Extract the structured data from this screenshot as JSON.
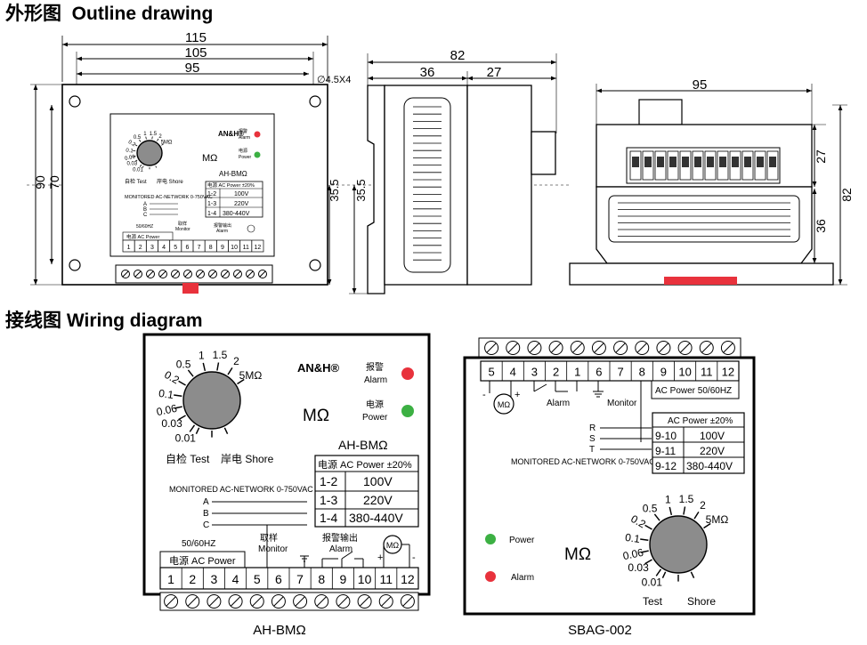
{
  "outline": {
    "heading_cn": "外形图",
    "heading_en": "Outline drawing",
    "front": {
      "dim_w115": "115",
      "dim_w105": "105",
      "dim_w95": "95",
      "dim_h90": "90",
      "dim_h70": "70",
      "dim_h35_5": "35.5",
      "hole": "∅4.5X4",
      "brand": "AN&H®",
      "model": "AH-BMΩ",
      "unit": "MΩ",
      "alarm_cn": "报警",
      "alarm_en": "Alarm",
      "power_cn": "电源",
      "power_en": "Power",
      "dial_labels": [
        "0.01",
        "0.03",
        "0.06",
        "0.1",
        "0.2",
        "0.5",
        "1",
        "1.5",
        "2",
        "5MΩ"
      ],
      "test": "自检 Test",
      "shore": "岸电 Shore",
      "network": "MONITORED AC-NETWORK 0-750VAC",
      "phases": [
        "A",
        "B",
        "C"
      ],
      "power_table_header": "电源 AC Power ±20%",
      "power_table": [
        [
          "1-2",
          "100V"
        ],
        [
          "1-3",
          "220V"
        ],
        [
          "1-4",
          "380-440V"
        ]
      ],
      "hz": "50/60HZ",
      "ac_power": "电源 AC Power",
      "monitor_cn": "取样",
      "monitor_en": "Monitor",
      "alarm_out_cn": "报警输出",
      "alarm_out_en": "Alarm",
      "terminals": [
        "1",
        "2",
        "3",
        "4",
        "5",
        "6",
        "7",
        "8",
        "9",
        "10",
        "11",
        "12"
      ]
    },
    "side": {
      "dim_82": "82",
      "dim_36": "36",
      "dim_27": "27",
      "dim_35_5": "35.5"
    },
    "rear": {
      "dim_95": "95",
      "dim_27": "27",
      "dim_36": "36",
      "dim_82": "82"
    }
  },
  "wiring": {
    "heading_cn": "接线图",
    "heading_en": "Wiring diagram",
    "left": {
      "brand": "AN&H®",
      "model": "AH-BMΩ",
      "unit": "MΩ",
      "alarm_cn": "报警",
      "alarm_en": "Alarm",
      "power_cn": "电源",
      "power_en": "Power",
      "dial_labels": [
        "0.01",
        "0.03",
        "0.06",
        "0.1",
        "0.2",
        "0.5",
        "1",
        "1.5",
        "2",
        "5MΩ"
      ],
      "test": "自检 Test",
      "shore": "岸电 Shore",
      "network": "MONITORED AC-NETWORK 0-750VAC",
      "phases": [
        "A",
        "B",
        "C"
      ],
      "power_table_header": "电源  AC Power ±20%",
      "power_table": [
        [
          "1-2",
          "100V"
        ],
        [
          "1-3",
          "220V"
        ],
        [
          "1-4",
          "380-440V"
        ]
      ],
      "hz": "50/60HZ",
      "ac_power": "电源 AC Power",
      "monitor_cn": "取样",
      "monitor_en": "Monitor",
      "alarm_out_cn": "报警输出",
      "alarm_out_en": "Alarm",
      "terminals": [
        "1",
        "2",
        "3",
        "4",
        "5",
        "6",
        "7",
        "8",
        "9",
        "10",
        "11",
        "12"
      ],
      "caption": "AH-BMΩ"
    },
    "right": {
      "terminals": [
        "5",
        "4",
        "3",
        "2",
        "1",
        "6",
        "7",
        "8",
        "9",
        "10",
        "11",
        "12"
      ],
      "ac_power": "AC Power 50/60HZ",
      "alarm": "Alarm",
      "monitor": "Monitor",
      "phases": [
        "R",
        "S",
        "T"
      ],
      "network": "MONITORED AC-NETWORK 0-750VAC",
      "power_table_header": "AC Power ±20%",
      "power_table": [
        [
          "9-10",
          "100V"
        ],
        [
          "9-11",
          "220V"
        ],
        [
          "9-12",
          "380-440V"
        ]
      ],
      "power": "Power",
      "alarm_led": "Alarm",
      "unit": "MΩ",
      "dial_labels": [
        "0.01",
        "0.03",
        "0.06",
        "0.1",
        "0.2",
        "0.5",
        "1",
        "1.5",
        "2",
        "5MΩ"
      ],
      "test": "Test",
      "shore": "Shore",
      "caption": "SBAG-002"
    }
  },
  "colors": {
    "led_red": "#e8323c",
    "led_green": "#3cb043",
    "knob": "#8c8c8c",
    "tab_red": "#e8323c"
  }
}
